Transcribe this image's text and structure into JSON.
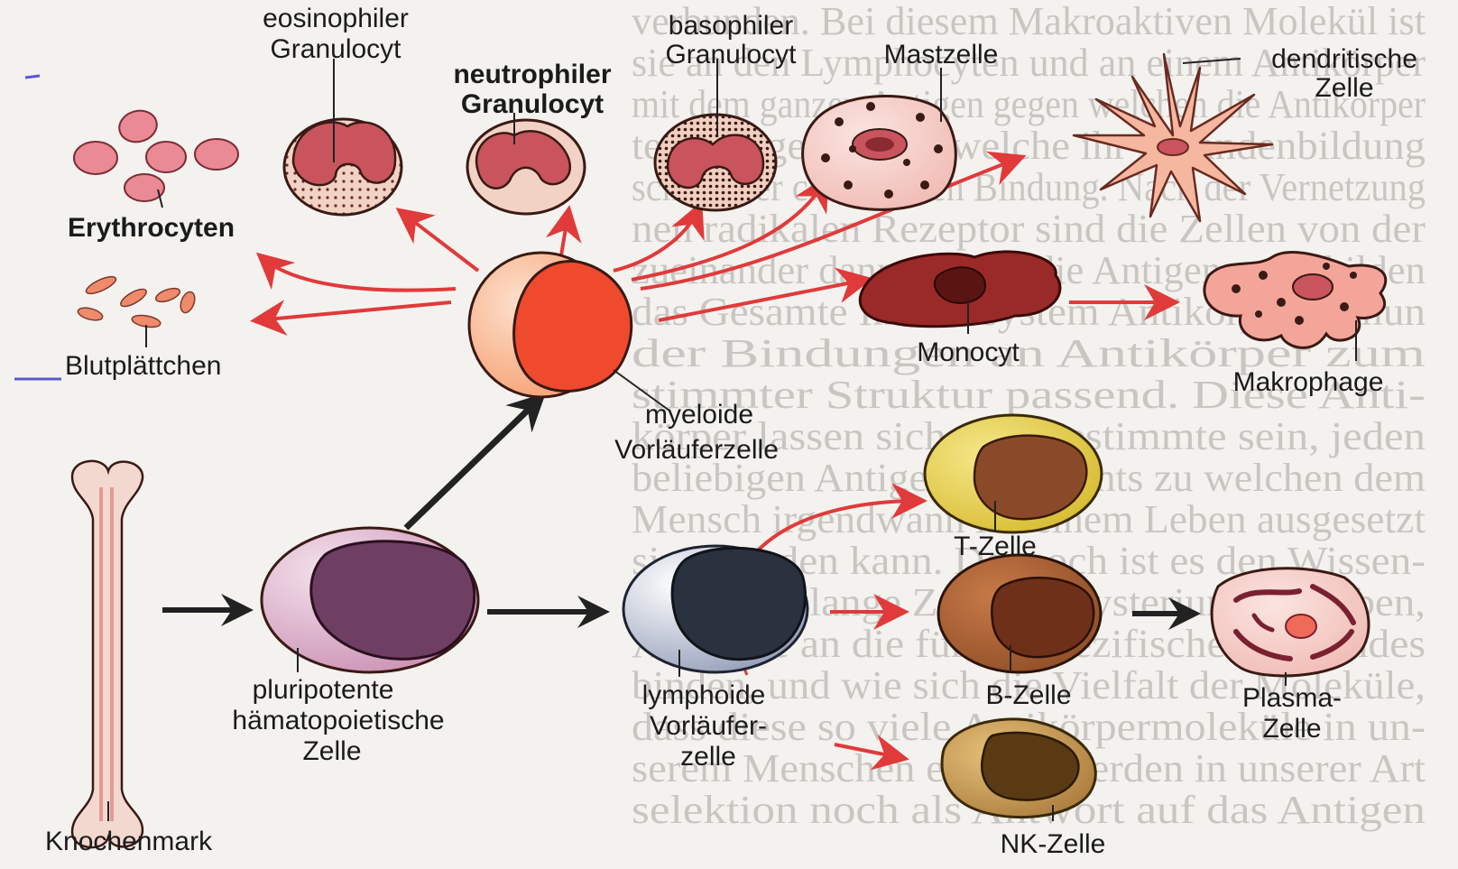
{
  "labels": {
    "eosinophil_l1": "eosinophiler",
    "eosinophil_l2": "Granulocyt",
    "basophil_l1": "basophiler",
    "basophil_l2": "Granulocyt",
    "neutrophil_l1": "neutrophiler",
    "neutrophil_l2": "Granulocyt",
    "mast": "Mastzelle",
    "dendritic_l1": "dendritische",
    "dendritic_l2": "Zelle",
    "erythrocytes": "Erythrocyten",
    "platelets": "Blutplättchen",
    "monocyte": "Monocyt",
    "macrophage": "Makrophage",
    "myeloid_l1": "myeloide",
    "myeloid_l2": "Vorläuferzelle",
    "tcell": "T-Zelle",
    "bcell": "B-Zelle",
    "plasma_l1": "Plasma-",
    "plasma_l2": "Zelle",
    "nkcell": "NK-Zelle",
    "hsc_l1": "pluripotente",
    "hsc_l2": "hämatopoietische",
    "hsc_l3": "Zelle",
    "lymphoid_l1": "lymphoide",
    "lymphoid_l2": "Vorläufer-",
    "lymphoid_l3": "zelle",
    "bone_marrow": "Knochenmark"
  },
  "background_text_lines": [
    "verbunden. Bei diesem Makroaktiven Molekül ist",
    "sie an den Lymphocyten und an einem Antikörper",
    "mit dem ganzen Antigen gegen welchen die Antikörper",
    "ten Antigenen und welche ihr Ligandenbildung",
    "schlug der chemischen Bindung. Nach der Vernetzung",
    "nen radikalen Rezeptor sind die Zellen von der",
    "zueinander dann zu dem die Antigene sich bilden",
    "das Gesamte Immunsystem Antikörper immun",
    "der Bindungen an Antikörper zum",
    "stimmter Struktur passend. Diese Anti-",
    "körper lassen sich dem bestimmte sein, jeden",
    "beliebigen Antigen, angesichts zu welchen dem",
    "Mensch irgendwann in seinem Leben ausgesetzt",
    "sind werden kann. Dennoch ist es den Wissen-",
    "schaftlern lange Zeit ein Mysterium geblieben,",
    "Antigene an die für ihr spezifisches passendes",
    "binden, und wie sich die Vielfalt der Moleküle,",
    "dass diese so viele Antikörpermoleküle in un-",
    "serem Menschen erzeugt werden in unserer Art",
    "selektion noch als Antwort auf das Antigen"
  ],
  "colors": {
    "arrow_red": "#e03a3a",
    "arrow_black": "#222222",
    "erythrocyte": "#e98a95",
    "myeloid": "#f04a2e",
    "hsc": "#7a4b6e",
    "tcell": "#e8cf3a",
    "bcell": "#a35a35",
    "nkcell": "#c9a55a"
  }
}
